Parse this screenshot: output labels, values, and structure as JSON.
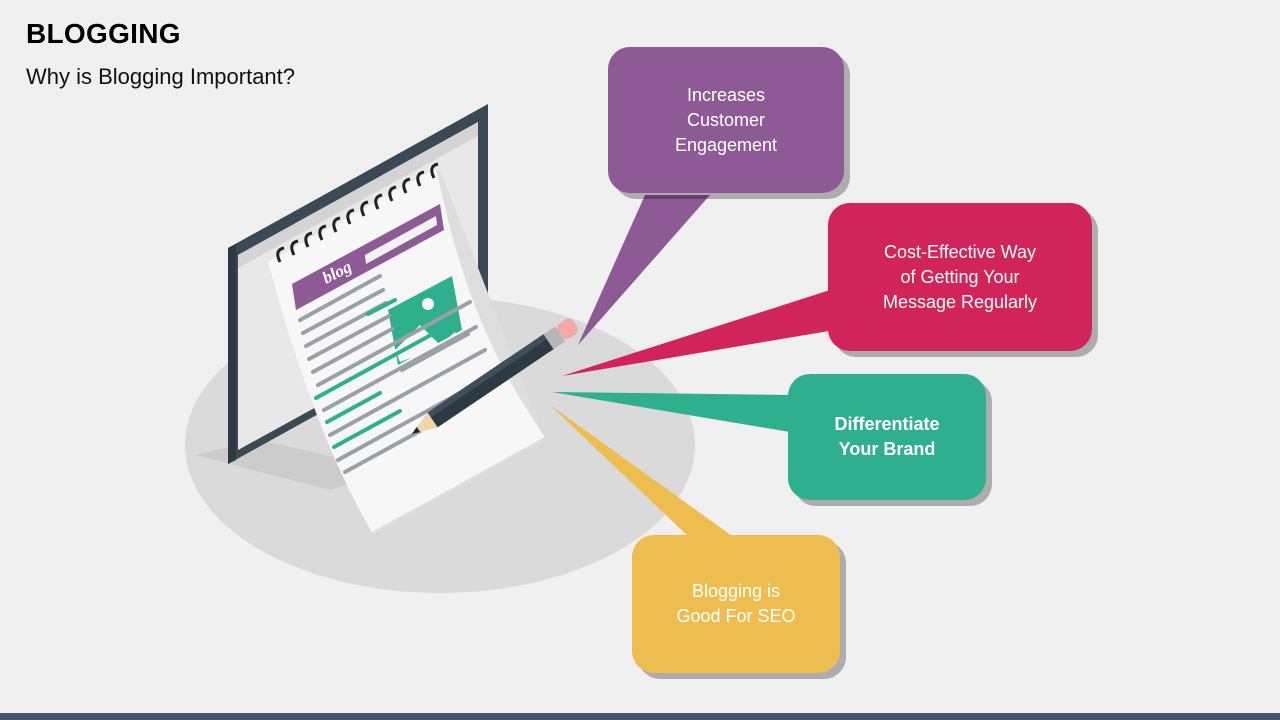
{
  "slide": {
    "title": "BLOGGING",
    "subtitle": "Why is Blogging Important?"
  },
  "illustration": {
    "paper_label": "blog"
  },
  "callouts": [
    {
      "text": "Increases\nCustomer\nEngagement",
      "color": "#8e5a96",
      "bold": false
    },
    {
      "text": "Cost-Effective  Way\nof Getting Your\nMessage Regularly",
      "color": "#d0245a",
      "bold": false
    },
    {
      "text": "Differentiate\nYour Brand",
      "color": "#2eaf8e",
      "bold": true
    },
    {
      "text": "Blogging is\nGood For SEO",
      "color": "#eebd50",
      "bold": false
    }
  ],
  "colors": {
    "background": "#f0f0f0",
    "monitor": "#3a4a55",
    "purple": "#8e5a96",
    "crimson": "#d0245a",
    "teal": "#2eaf8e",
    "mustard": "#eebd50",
    "bottom_bar": "#44546a"
  }
}
